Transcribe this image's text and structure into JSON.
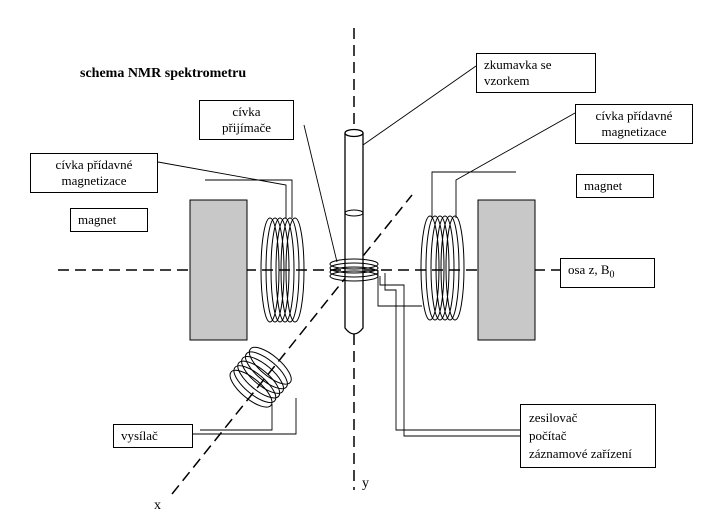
{
  "title": "schema NMR spektrometru",
  "labels": {
    "tube": [
      "zkumavka se",
      "vzorkem"
    ],
    "receiver_coil": [
      "cívka",
      "přijímače"
    ],
    "coil_right": [
      "cívka přídavné",
      "magnetizace"
    ],
    "coil_left": [
      "cívka přídavné",
      "magnetizace"
    ],
    "magnet_left": "magnet",
    "magnet_right": "magnet",
    "z_axis": "osa z, B",
    "z_axis_sub": "0",
    "transmitter": "vysílač",
    "electronics": [
      "zesilovač",
      "počítač",
      "záznamové zařízení"
    ]
  },
  "axes": {
    "x": "x",
    "y": "y"
  },
  "colors": {
    "magnet_fill": "#c8c8c8",
    "line": "#000000"
  }
}
